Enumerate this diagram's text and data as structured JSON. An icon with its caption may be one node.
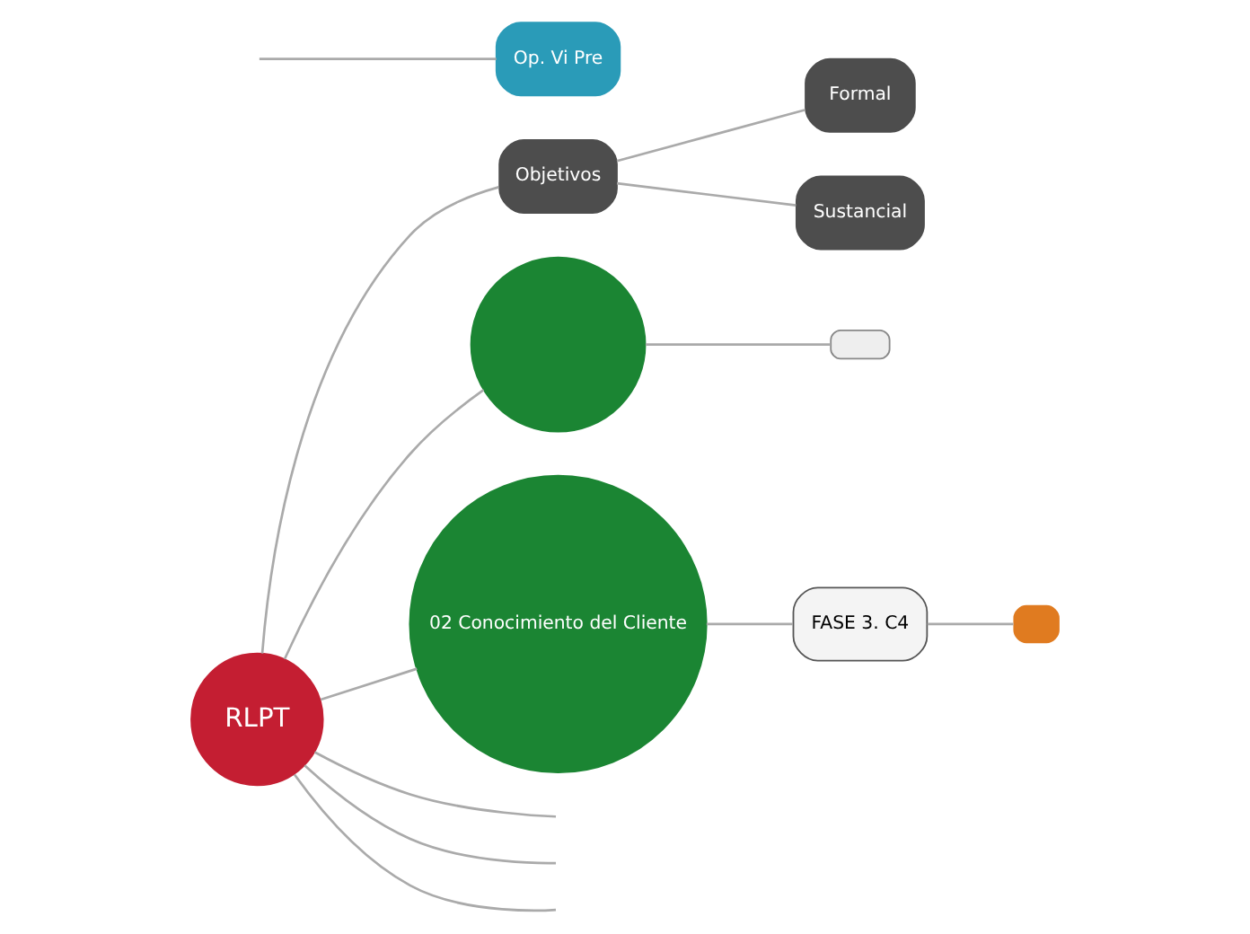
{
  "diagram": {
    "nodes": [
      {
        "text": [
          "RLPT"
        ]
      },
      {
        "text": [
          "Objetivos"
        ]
      },
      {
        "text": [
          "Formal"
        ]
      },
      {
        "text": [
          "Sustancial"
        ]
      },
      {
        "text": [],
        "shape": "circle"
      },
      {
        "text": [
          "02 Conocimiento del Cliente"
        ]
      },
      {
        "text": [
          "FASE 3. C4"
        ]
      },
      {
        "text": [],
        "shape": "box"
      },
      {
        "text": [
          "Op. Vi Pre"
        ]
      },
      {
        "text": [],
        "shape": "box"
      }
    ],
    "edges": [
      {
        "from": 0,
        "to": 4,
        "arrow": "none"
      },
      {
        "from": 4,
        "to": 9,
        "arrow": "none"
      },
      {
        "from": null,
        "to": 8,
        "arrow": "none"
      },
      {
        "from": 0,
        "to": 1,
        "arrow": "none"
      },
      {
        "from": 1,
        "to": 2,
        "arrow": "none"
      },
      {
        "from": 1,
        "to": 3,
        "arrow": "none"
      },
      {
        "from": 0,
        "to": null,
        "arrow": "none"
      },
      {
        "from": 0,
        "to": null,
        "arrow": "none"
      },
      {
        "from": 0,
        "to": null,
        "arrow": "none"
      },
      {
        "from": 0,
        "to": 5,
        "arrow": "none"
      },
      {
        "from": 5,
        "to": 6,
        "arrow": "none"
      },
      {
        "from": 6,
        "to": 7,
        "arrow": "none"
      }
    ]
  }
}
